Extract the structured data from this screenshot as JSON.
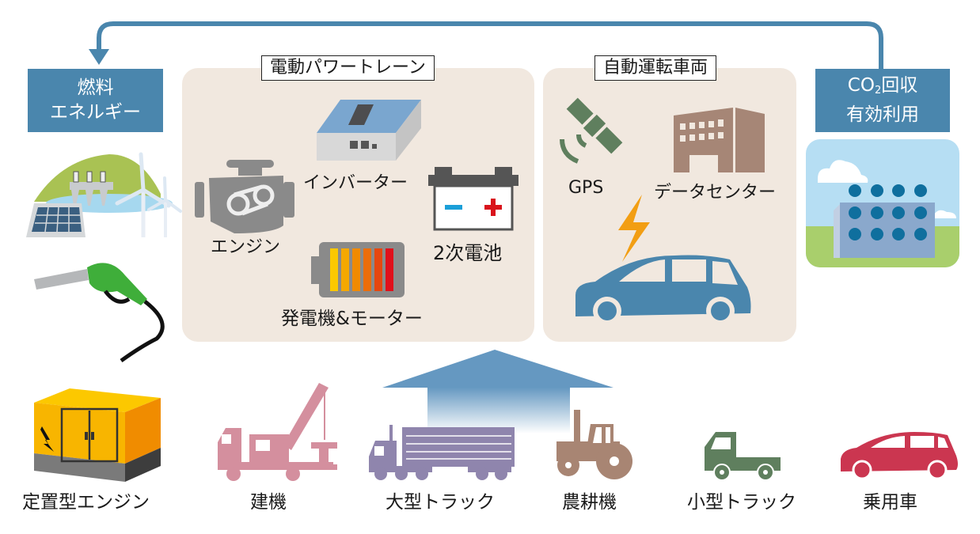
{
  "colors": {
    "accent_blue": "#4a86ad",
    "panel_bg": "#f1e8df",
    "arrow_blue": "#6598c1",
    "construction": "#d48f9e",
    "heavy_truck": "#8f85ad",
    "tractor": "#a88573",
    "small_truck": "#5f7f5e",
    "passenger_car": "#cb3650"
  },
  "fuel_box": {
    "line1": "燃料",
    "line2": "エネルギー"
  },
  "co2_box": {
    "line1_prefix": "CO",
    "line1_sub": "2",
    "line1_suffix": "回収",
    "line2": "有効利用"
  },
  "powertrain": {
    "title": "電動パワートレーン",
    "items": [
      {
        "label": "インバーター",
        "icon": "inverter-icon"
      },
      {
        "label": "エンジン",
        "icon": "engine-icon"
      },
      {
        "label": "2次電池",
        "icon": "secondary-battery-icon"
      },
      {
        "label": "発電機&モーター",
        "icon": "generator-motor-icon"
      }
    ]
  },
  "autonomous": {
    "title": "自動運転車両",
    "items": [
      {
        "label": "GPS",
        "icon": "satellite-icon"
      },
      {
        "label": "データセンター",
        "icon": "data-center-icon"
      },
      {
        "label": "",
        "icon": "connected-car-icon"
      }
    ]
  },
  "fuel_icons": [
    "renewable-energy-icon",
    "fuel-nozzle-icon"
  ],
  "co2_icons": [
    "co2-capture-facility-icon"
  ],
  "applications": [
    {
      "label": "定置型エンジン",
      "icon": "stationary-generator-icon"
    },
    {
      "label": "建機",
      "icon": "crane-truck-icon"
    },
    {
      "label": "大型トラック",
      "icon": "heavy-truck-icon"
    },
    {
      "label": "農耕機",
      "icon": "tractor-icon"
    },
    {
      "label": "小型トラック",
      "icon": "small-truck-icon"
    },
    {
      "label": "乗用車",
      "icon": "passenger-car-icon"
    }
  ]
}
